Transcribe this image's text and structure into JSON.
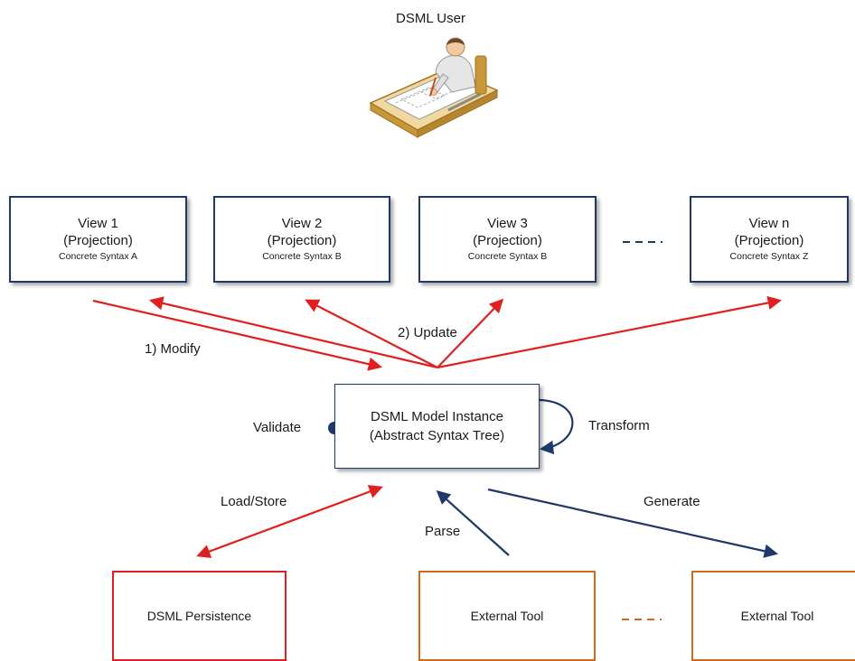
{
  "user": {
    "label": "DSML User",
    "icon": "user-drawing-icon"
  },
  "views": [
    {
      "title": "View 1",
      "projection": "(Projection)",
      "syntax": "Concrete Syntax A"
    },
    {
      "title": "View 2",
      "projection": "(Projection)",
      "syntax": "Concrete Syntax B"
    },
    {
      "title": "View 3",
      "projection": "(Projection)",
      "syntax": "Concrete Syntax B"
    },
    {
      "title": "View n",
      "projection": "(Projection)",
      "syntax": "Concrete Syntax Z"
    }
  ],
  "model": {
    "line1": "DSML Model Instance",
    "line2": "(Abstract Syntax Tree)"
  },
  "edges": {
    "modify": "1) Modify",
    "update": "2) Update",
    "validate": "Validate",
    "transform": "Transform",
    "load_store": "Load/Store",
    "parse": "Parse",
    "generate": "Generate"
  },
  "bottom": {
    "persistence": "DSML Persistence",
    "tool1": "External Tool",
    "tool2": "External Tool"
  },
  "colors": {
    "navy": "#1f3a68",
    "red": "#e02020",
    "orange": "#d2691e"
  }
}
